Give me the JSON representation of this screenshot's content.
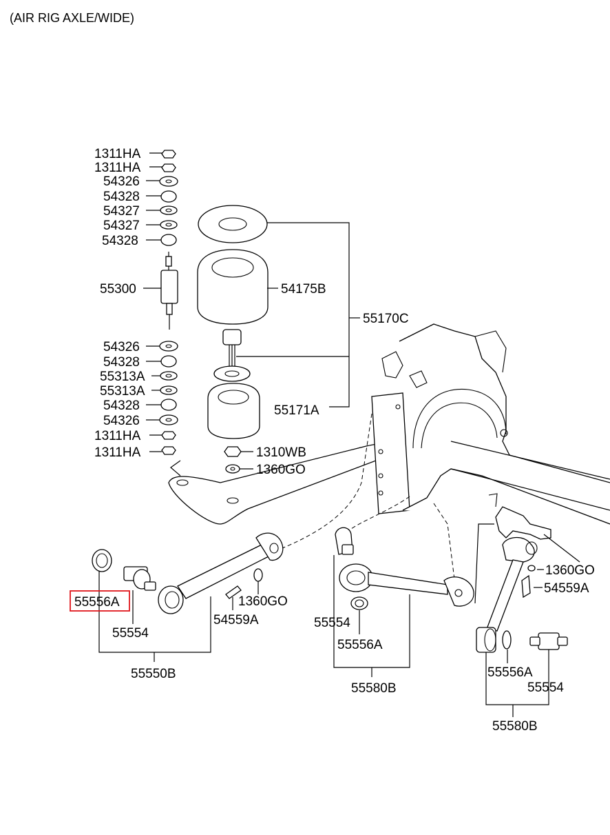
{
  "title": "(AIR RIG AXLE/WIDE)",
  "highlight_color": "#e0161b",
  "labels": {
    "p1311ha_1": "1311HA",
    "p1311ha_2": "1311HA",
    "p54326_1": "54326",
    "p54328_1": "54328",
    "p54327_1": "54327",
    "p54327_2": "54327",
    "p54328_2": "54328",
    "p55300": "55300",
    "p54326_2": "54326",
    "p54328_3": "54328",
    "p55313a_1": "55313A",
    "p55313a_2": "55313A",
    "p54328_4": "54328",
    "p54326_3": "54326",
    "p1311ha_3": "1311HA",
    "p1311ha_4": "1311HA",
    "p54175b": "54175B",
    "p55170c": "55170C",
    "p55171a": "55171A",
    "p1310wb": "1310WB",
    "p1360go_1": "1360GO",
    "p55556a_1": "55556A",
    "p55554_1": "55554",
    "p1360go_2": "1360GO",
    "p54559a_1": "54559A",
    "p55550b": "55550B",
    "p55554_2": "55554",
    "p55556a_2": "55556A",
    "p55580b_1": "55580B",
    "p1360go_3": "1360GO",
    "p54559a_2": "54559A",
    "p55556a_3": "55556A",
    "p55554_3": "55554",
    "p55580b_2": "55580B"
  }
}
